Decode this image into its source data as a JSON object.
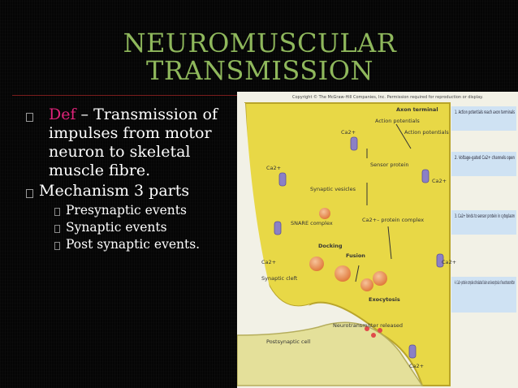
{
  "slide": {
    "title_line1": "NEUROMUSCULAR",
    "title_line2": "TRANSMISSION",
    "def_keyword": "Def",
    "def_text": " – Transmission of impulses from motor neuron to skeletal muscle fibre.",
    "mechanism": "Mechanism 3 parts",
    "sub_bullets": [
      "Presynaptic events",
      "Synaptic events",
      "Post synaptic events."
    ]
  },
  "figure": {
    "copyright": "Copyright © The McGraw-Hill Companies, Inc. Permission required for reproduction or display.",
    "labels": {
      "axon_terminal": "Axon terminal",
      "action_potentials_1": "Action potentials",
      "action_potentials_2": "Action potentials",
      "sensor_protein": "Sensor protein",
      "synaptic_vesicles": "Synaptic vesicles",
      "snare_complex": "SNARE complex",
      "ca_protein_complex": "Ca2+– protein complex",
      "docking": "Docking",
      "fusion": "Fusion",
      "exocytosis": "Exocytosis",
      "synaptic_cleft": "Synaptic cleft",
      "neurotransmitter_released": "Neurotransmitter released",
      "postsynaptic_cell": "Postsynaptic cell",
      "ca": "Ca2+"
    },
    "steps": [
      "1. Action potentials reach axon terminals",
      "2. Voltage-gated Ca2+ channels open",
      "3. Ca2+ binds to sensor protein in cytoplasm",
      "4. Ca2+-protein complex stimulates fusion and exocytosis of neurotransmitter"
    ]
  },
  "colors": {
    "title": "#8fb85c",
    "def_keyword": "#e0237a",
    "terminal_yellow": "#e8d846",
    "step_box": "#cfe2f3",
    "rule": "#7a1d1d"
  }
}
